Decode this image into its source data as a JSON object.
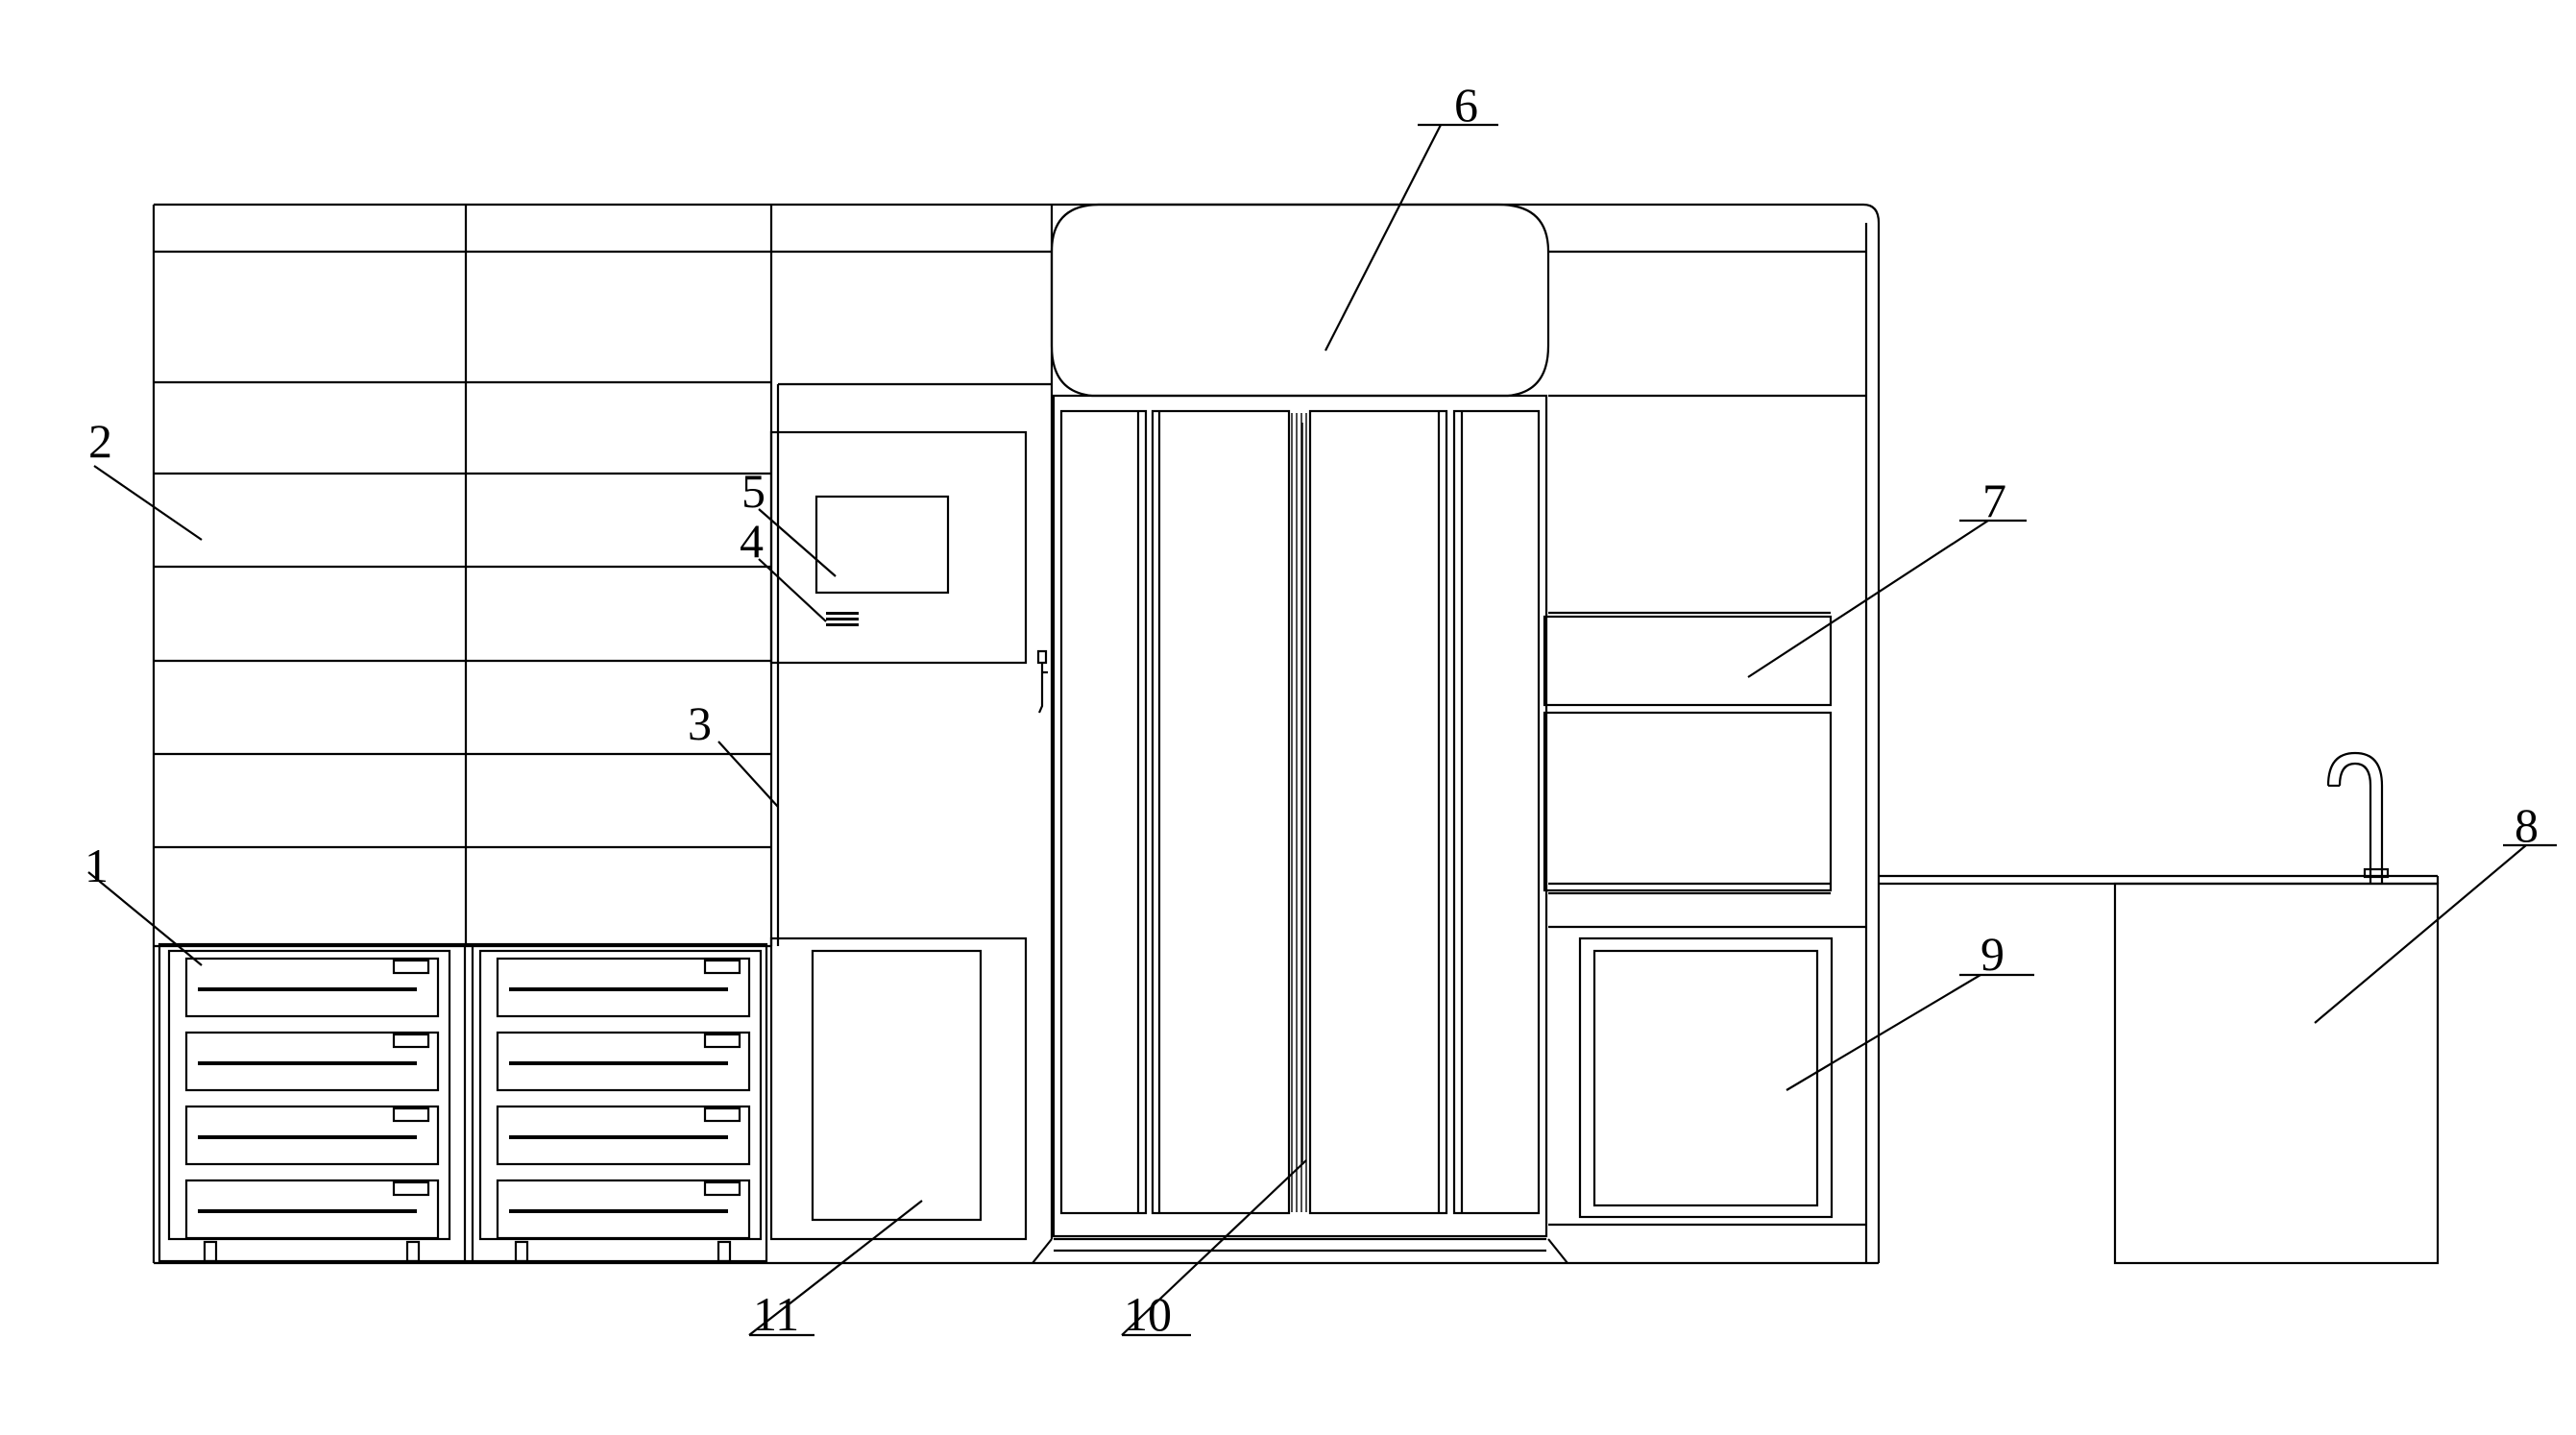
{
  "figure": {
    "labels": [
      {
        "id": "1",
        "text": "1"
      },
      {
        "id": "2",
        "text": "2"
      },
      {
        "id": "3",
        "text": "3"
      },
      {
        "id": "4",
        "text": "4"
      },
      {
        "id": "5",
        "text": "5"
      },
      {
        "id": "6",
        "text": "6"
      },
      {
        "id": "7",
        "text": "7"
      },
      {
        "id": "8",
        "text": "8"
      },
      {
        "id": "9",
        "text": "9"
      },
      {
        "id": "10",
        "text": "10"
      },
      {
        "id": "11",
        "text": "11"
      }
    ]
  },
  "colors": {
    "line": "#000000",
    "background": "#ffffff"
  }
}
